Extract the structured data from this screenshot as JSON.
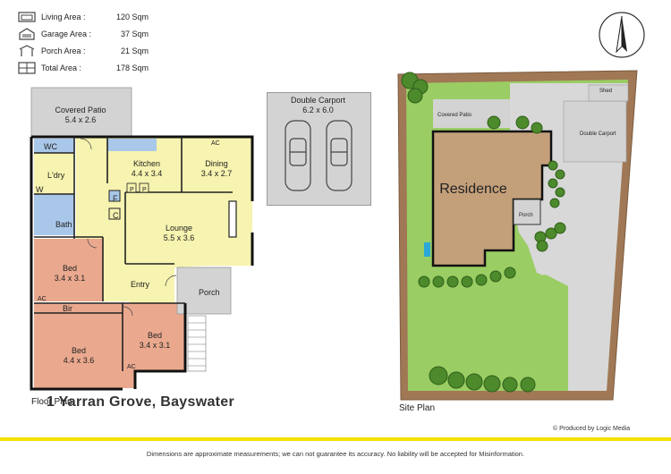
{
  "areas": [
    {
      "icon": "living-area-icon",
      "name": "Living Area :",
      "value": "120 Sqm"
    },
    {
      "icon": "garage-icon",
      "name": "Garage Area :",
      "value": "37 Sqm"
    },
    {
      "icon": "porch-icon",
      "name": "Porch Area :",
      "value": "21 Sqm"
    },
    {
      "icon": "total-area-icon",
      "name": "Total Area :",
      "value": "178 Sqm"
    }
  ],
  "floor_plan": {
    "caption": "Floor Plan",
    "rooms": {
      "covered_patio": {
        "name": "Covered Patio",
        "dims": "5.4 x 2.6"
      },
      "wc": "WC",
      "laundry": "L'dry",
      "w": "W",
      "bath": "Bath",
      "kitchen": {
        "name": "Kitchen",
        "dims": "4.4 x 3.4"
      },
      "dining": {
        "name": "Dining",
        "dims": "3.4 x 2.7"
      },
      "ac": "AC",
      "f": "F",
      "c": "C",
      "p": "P",
      "lounge": {
        "name": "Lounge",
        "dims": "5.5 x 3.6"
      },
      "bed1": {
        "name": "Bed",
        "dims": "3.4 x 3.1"
      },
      "bir": "Bir",
      "bed2": {
        "name": "Bed",
        "dims": "4.4 x 3.6"
      },
      "bed3": {
        "name": "Bed",
        "dims": "3.4 x 3.1"
      },
      "entry": "Entry",
      "porch": "Porch"
    }
  },
  "carport": {
    "name": "Double Carport",
    "dims": "6.2 x 6.0"
  },
  "site_plan": {
    "caption": "Site Plan",
    "residence": "Residence",
    "covered_patio": "Covered Patio",
    "shed": "Shed",
    "double_carport": "Double Carport",
    "porch": "Porch"
  },
  "address": "1 Yarran Grove, Bayswater",
  "credit": "Produced by Logic Media",
  "credit_mark": "©",
  "disclaimer": "Dimensions are approximate measurements; we can not guarantee its accuracy. No liability will be accepted for Misinformation.",
  "colors": {
    "accent_yellow": "#f5e000",
    "kitchen_fill": "#f7f3b0",
    "bedroom_fill": "#eaa98e",
    "wet_fill": "#a9c7e8",
    "grey_fill": "#d3d3d3",
    "lawn_green": "#9acd63",
    "residence_brown": "#c4a07a"
  }
}
